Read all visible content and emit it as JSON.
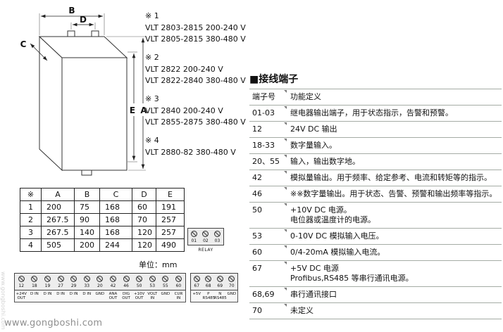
{
  "drawing": {
    "labels": {
      "B": "B",
      "D": "D",
      "C": "C",
      "E": "E",
      "A": "A"
    }
  },
  "model_notes": [
    {
      "mark": "※ 1",
      "lines": [
        "VLT 2803-2815 200-240 V",
        "VLT 2805-2815 380-480 V"
      ]
    },
    {
      "mark": "※ 2",
      "lines": [
        "VLT 2822  200-240 V",
        "VLT 2822-2840 380-480 V"
      ]
    },
    {
      "mark": "※ 3",
      "lines": [
        "VLT 2840 200-240 V",
        "VLT 2855-2875 380-480 V"
      ]
    },
    {
      "mark": "※ 4",
      "lines": [
        "VLT 2880-82 380-480 V"
      ]
    }
  ],
  "dim_table": {
    "headers": [
      "※",
      "A",
      "B",
      "C",
      "D",
      "E"
    ],
    "rows": [
      [
        "1",
        "200",
        "75",
        "168",
        "60",
        "191"
      ],
      [
        "2",
        "267.5",
        "90",
        "168",
        "70",
        "257"
      ],
      [
        "3",
        "267.5",
        "140",
        "168",
        "120",
        "257"
      ],
      [
        "4",
        "505",
        "200",
        "244",
        "120",
        "490"
      ]
    ],
    "unit_label": "单位：mm"
  },
  "relay_strip": {
    "terminals": [
      "01",
      "02",
      "03"
    ],
    "label": "RELAY"
  },
  "control_strip": {
    "terminals": [
      {
        "num": "12",
        "label": "+24V\nOUT"
      },
      {
        "num": "18",
        "label": "D IN"
      },
      {
        "num": "19",
        "label": "D IN"
      },
      {
        "num": "27",
        "label": "D IN"
      },
      {
        "num": "29",
        "label": "D IN"
      },
      {
        "num": "33",
        "label": "D IN"
      },
      {
        "num": "20",
        "label": "GND"
      },
      {
        "num": "42",
        "label": "ANA\nOUT"
      },
      {
        "num": "46",
        "label": "DIG\nOUT"
      },
      {
        "num": "50",
        "label": "+10V\nOUT"
      },
      {
        "num": "53",
        "label": "VOLT\nIN"
      },
      {
        "num": "55",
        "label": "GND"
      },
      {
        "num": "60",
        "label": "CUR\nIN"
      }
    ]
  },
  "comm_strip": {
    "terminals": [
      {
        "num": "67",
        "label": "+5V"
      },
      {
        "num": "68",
        "label": "P\nRS485"
      },
      {
        "num": "69",
        "label": "N\nRS485"
      },
      {
        "num": "70",
        "label": "GND"
      }
    ]
  },
  "terminal_section": {
    "title": "■接线端子",
    "col_headers": [
      "端子号",
      "功能定义"
    ],
    "rows": [
      {
        "num": "01-03",
        "desc": "继电器输出端子，用于状态指示，告警和预警。"
      },
      {
        "num": "12",
        "desc": "24V DC 输出"
      },
      {
        "num": "18-33",
        "desc": "数字量输入。"
      },
      {
        "num": "20、55",
        "desc": "输入，输出数字地。"
      },
      {
        "num": "42",
        "desc": "模拟量输出。用于频率、给定参考、电流和转矩等的指示。"
      },
      {
        "num": "46",
        "desc": "※※数字量输出。用于状态、告警、预警和输出频率等指示。"
      },
      {
        "num": "50",
        "desc": "+10V DC 电源。\n电位器或温度计的电源。"
      },
      {
        "num": "53",
        "desc": "0-10V DC 模拟输入电压。"
      },
      {
        "num": "60",
        "desc": "0/4-20mA 模拟输入电流。"
      },
      {
        "num": "67",
        "desc": "+5V DC  电源\nProfibus,RS485 等串行通讯电源。"
      },
      {
        "num": "68,69",
        "desc": "串行通讯接口"
      },
      {
        "num": "70",
        "desc": "未定义"
      }
    ]
  },
  "watermark": {
    "text": "www.gongboshi.com"
  }
}
